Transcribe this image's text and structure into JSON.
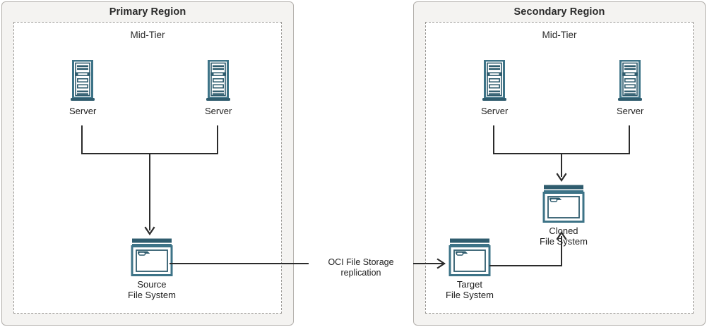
{
  "diagram": {
    "title": "OCI File Storage cross-region replication architecture",
    "colors": {
      "panel_bg": "#f4f3f1",
      "panel_border": "#b3b0ac",
      "tier_bg": "#ffffff",
      "tier_border": "#9a9894",
      "icon_teal": "#2f5c6e",
      "icon_teal_light": "#3d7387",
      "line": "#2b2b2b",
      "text": "#1d1d1d"
    },
    "regions": [
      {
        "id": "primary",
        "title": "Primary Region",
        "tier": {
          "title": "Mid-Tier"
        },
        "nodes": [
          {
            "id": "primary-server-1",
            "icon": "server-icon",
            "label": "Server"
          },
          {
            "id": "primary-server-2",
            "icon": "server-icon",
            "label": "Server"
          },
          {
            "id": "source-fs",
            "icon": "file-system-icon",
            "label": "Source\nFile System"
          }
        ]
      },
      {
        "id": "secondary",
        "title": "Secondary Region",
        "tier": {
          "title": "Mid-Tier"
        },
        "nodes": [
          {
            "id": "secondary-server-1",
            "icon": "server-icon",
            "label": "Server"
          },
          {
            "id": "secondary-server-2",
            "icon": "server-icon",
            "label": "Server"
          },
          {
            "id": "cloned-fs",
            "icon": "file-system-icon",
            "label": "Cloned\nFile System"
          },
          {
            "id": "target-fs",
            "icon": "file-system-icon",
            "label": "Target\nFile System"
          }
        ]
      }
    ],
    "edges": [
      {
        "id": "primary-servers-to-source",
        "label": ""
      },
      {
        "id": "secondary-servers-to-cloned",
        "label": ""
      },
      {
        "id": "source-to-target",
        "label": "OCI File Storage\nreplication"
      },
      {
        "id": "target-to-cloned",
        "label": ""
      }
    ]
  }
}
